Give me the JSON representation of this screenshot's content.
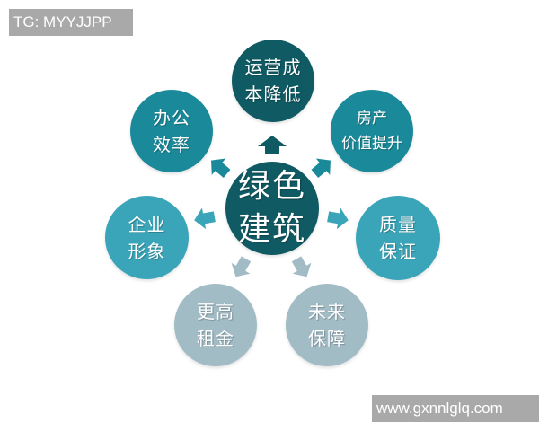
{
  "watermarks": {
    "top_left": "TG: MYYJJPP",
    "bottom_right": "www.gxnnlglq.com"
  },
  "diagram": {
    "center": {
      "lines": [
        "绿色",
        "建筑"
      ],
      "color": "#0f5a63"
    },
    "nodes": [
      {
        "id": "cost",
        "lines": [
          "运营成",
          "本降低"
        ],
        "color": "#0f5a63",
        "position": "top"
      },
      {
        "id": "value",
        "lines": [
          "房产",
          "价值提升"
        ],
        "color": "#1a8a9a",
        "position": "upper-right"
      },
      {
        "id": "quality",
        "lines": [
          "质量",
          "保证"
        ],
        "color": "#3aa5b8",
        "position": "right"
      },
      {
        "id": "future",
        "lines": [
          "未来",
          "保障"
        ],
        "color": "#a2bcc6",
        "position": "lower-right"
      },
      {
        "id": "rent",
        "lines": [
          "更高",
          "租金"
        ],
        "color": "#a2bcc6",
        "position": "lower-left"
      },
      {
        "id": "image",
        "lines": [
          "企业",
          "形象"
        ],
        "color": "#3aa5b8",
        "position": "left"
      },
      {
        "id": "efficiency",
        "lines": [
          "办公",
          "效率"
        ],
        "color": "#1a8a9a",
        "position": "upper-left"
      }
    ],
    "arrow_colors": {
      "top": "#0f5a63",
      "upper": "#1a8a9a",
      "middle": "#3aa5b8",
      "lower": "#a2bcc6"
    }
  }
}
